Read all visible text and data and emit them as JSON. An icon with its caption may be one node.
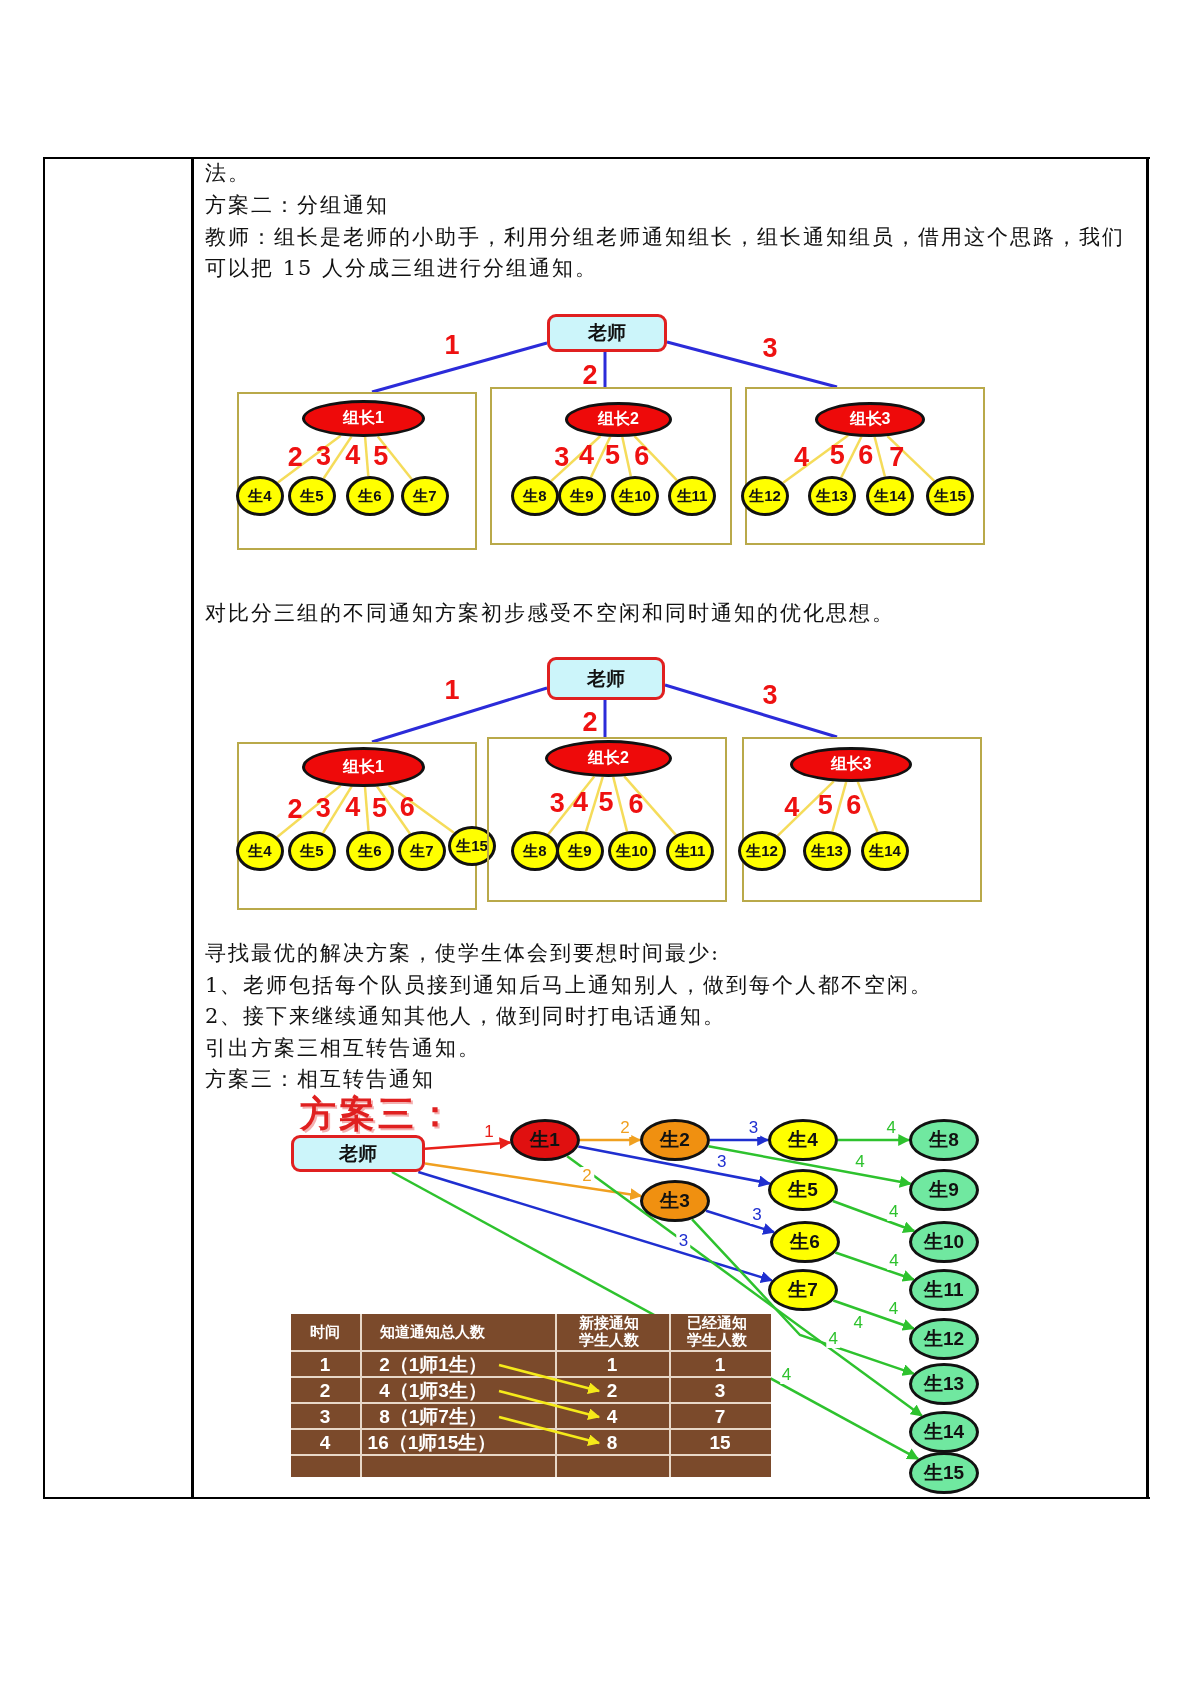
{
  "diagram": {
    "nodes": [
      {
        "text": [
          "老师"
        ]
      },
      {
        "text": [],
        "shape": "box"
      },
      {
        "text": [
          "组长1"
        ],
        "in": 1
      },
      {
        "text": [
          "生4"
        ],
        "in": 1
      },
      {
        "text": [
          "生5"
        ],
        "in": 1
      },
      {
        "text": [
          "生6"
        ],
        "in": 1
      },
      {
        "text": [
          "生7"
        ],
        "in": 1
      },
      {
        "text": [],
        "shape": "box"
      },
      {
        "text": [
          "组长2"
        ],
        "in": 7
      },
      {
        "text": [
          "生8"
        ],
        "in": 7
      },
      {
        "text": [
          "生9"
        ],
        "in": 7
      },
      {
        "text": [
          "生10"
        ],
        "in": 7
      },
      {
        "text": [
          "生11"
        ],
        "in": 7
      },
      {
        "text": [],
        "shape": "box"
      },
      {
        "text": [
          "组长3"
        ],
        "in": 13
      },
      {
        "text": [
          "生12"
        ],
        "in": 13
      },
      {
        "text": [
          "生13"
        ],
        "in": 13
      },
      {
        "text": [
          "生14"
        ],
        "in": 13
      },
      {
        "text": [
          "生15"
        ],
        "in": 13
      },
      {
        "text": [
          "老师"
        ]
      },
      {
        "text": [],
        "shape": "box"
      },
      {
        "text": [
          "组长1"
        ],
        "in": 20
      },
      {
        "text": [
          "生4"
        ],
        "in": 20
      },
      {
        "text": [
          "生5"
        ],
        "in": 20
      },
      {
        "text": [
          "生6"
        ],
        "in": 20
      },
      {
        "text": [
          "生7"
        ],
        "in": 20
      },
      {
        "text": [
          "生15"
        ]
      },
      {
        "text": [],
        "shape": "box"
      },
      {
        "text": [
          "组长2"
        ],
        "in": 27
      },
      {
        "text": [
          "生8"
        ],
        "in": 27
      },
      {
        "text": [
          "生9"
        ],
        "in": 27
      },
      {
        "text": [
          "生10"
        ],
        "in": 27
      },
      {
        "text": [
          "生11"
        ],
        "in": 27
      },
      {
        "text": [],
        "shape": "box"
      },
      {
        "text": [
          "组长3"
        ],
        "in": 33
      },
      {
        "text": [
          "生12"
        ],
        "in": 33
      },
      {
        "text": [
          "生13"
        ],
        "in": 33
      },
      {
        "text": [
          "生14"
        ],
        "in": 33
      },
      {
        "text": [
          "老师"
        ]
      },
      {
        "text": [
          "生1"
        ]
      },
      {
        "text": [
          "生2"
        ]
      },
      {
        "text": [
          "生3"
        ]
      },
      {
        "text": [
          "生4"
        ]
      },
      {
        "text": [
          "生5"
        ]
      },
      {
        "text": [
          "生6"
        ]
      },
      {
        "text": [
          "生7"
        ]
      },
      {
        "text": [
          "生8"
        ]
      },
      {
        "text": [
          "生9"
        ]
      },
      {
        "text": [
          "生10"
        ]
      },
      {
        "text": [
          "生11"
        ]
      },
      {
        "text": [
          "生12"
        ]
      },
      {
        "text": [
          "生13"
        ]
      },
      {
        "text": [
          "生14"
        ]
      },
      {
        "text": [
          "生15"
        ]
      },
      {
        "text": [
          "2（1师1生）"
        ]
      },
      {
        "text": [
          "4（1师3生）"
        ]
      },
      {
        "text": [
          "2"
        ]
      },
      {
        "text": [
          "8（1师7生）"
        ]
      },
      {
        "text": [
          "4"
        ]
      },
      {
        "text": [
          "8"
        ]
      }
    ],
    "edges": [
      {
        "from": 0,
        "to": 1,
        "arrow": "none",
        "label": "1",
        "color": "#2b2bd9"
      },
      {
        "from": 0,
        "to": 7,
        "arrow": "none",
        "label": "2",
        "color": "#2b2bd9"
      },
      {
        "from": 0,
        "to": 13,
        "arrow": "none",
        "label": "3",
        "color": "#2b2bd9"
      },
      {
        "from": 2,
        "to": 3,
        "arrow": "none",
        "label": "2",
        "color": "#f5dc5a"
      },
      {
        "from": 2,
        "to": 4,
        "arrow": "none",
        "label": "3",
        "color": "#f5dc5a"
      },
      {
        "from": 2,
        "to": 5,
        "arrow": "none",
        "label": "4",
        "color": "#f5dc5a"
      },
      {
        "from": 2,
        "to": 6,
        "arrow": "none",
        "label": "5",
        "color": "#f5dc5a"
      },
      {
        "from": 8,
        "to": 9,
        "arrow": "none",
        "label": "3",
        "color": "#f5dc5a"
      },
      {
        "from": 8,
        "to": 10,
        "arrow": "none",
        "label": "4",
        "color": "#f5dc5a"
      },
      {
        "from": 8,
        "to": 11,
        "arrow": "none",
        "label": "5",
        "color": "#f5dc5a"
      },
      {
        "from": 8,
        "to": 12,
        "arrow": "none",
        "label": "6",
        "color": "#f5dc5a"
      },
      {
        "from": 14,
        "to": 15,
        "arrow": "none",
        "label": "4",
        "color": "#f5dc5a"
      },
      {
        "from": 14,
        "to": 16,
        "arrow": "none",
        "label": "5",
        "color": "#f5dc5a"
      },
      {
        "from": 14,
        "to": 17,
        "arrow": "none",
        "label": "6",
        "color": "#f5dc5a"
      },
      {
        "from": 14,
        "to": 18,
        "arrow": "none",
        "label": "7",
        "color": "#f5dc5a"
      },
      {
        "from": 19,
        "to": 20,
        "arrow": "none",
        "label": "1",
        "color": "#2b2bd9"
      },
      {
        "from": 19,
        "to": 27,
        "arrow": "none",
        "label": "2",
        "color": "#2b2bd9"
      },
      {
        "from": 19,
        "to": 33,
        "arrow": "none",
        "label": "3",
        "color": "#2b2bd9"
      },
      {
        "from": 21,
        "to": 22,
        "arrow": "none",
        "label": "2",
        "color": "#f5dc5a"
      },
      {
        "from": 21,
        "to": 23,
        "arrow": "none",
        "label": "3",
        "color": "#f5dc5a"
      },
      {
        "from": 21,
        "to": 24,
        "arrow": "none",
        "label": "4",
        "color": "#f5dc5a"
      },
      {
        "from": 21,
        "to": 25,
        "arrow": "none",
        "label": "5",
        "color": "#f5dc5a"
      },
      {
        "from": 21,
        "to": 26,
        "arrow": "none",
        "label": "6",
        "color": "#f5dc5a"
      },
      {
        "from": 28,
        "to": 29,
        "arrow": "none",
        "label": "3",
        "color": "#f5dc5a"
      },
      {
        "from": 28,
        "to": 30,
        "arrow": "none",
        "label": "4",
        "color": "#f5dc5a"
      },
      {
        "from": 28,
        "to": 31,
        "arrow": "none",
        "label": "5",
        "color": "#f5dc5a"
      },
      {
        "from": 28,
        "to": 32,
        "arrow": "none",
        "label": "6",
        "color": "#f5dc5a"
      },
      {
        "from": 34,
        "to": 35,
        "arrow": "none",
        "label": "4",
        "color": "#f5dc5a"
      },
      {
        "from": 34,
        "to": 36,
        "arrow": "none",
        "label": "5",
        "color": "#f5dc5a"
      },
      {
        "from": 34,
        "to": 37,
        "arrow": "none",
        "label": "6",
        "color": "#f5dc5a"
      },
      {
        "from": 38,
        "to": 39,
        "arrow": "to",
        "label": "1",
        "color": "#e8201a"
      },
      {
        "from": 39,
        "to": 40,
        "arrow": "to",
        "label": "2",
        "color": "#f0a020"
      },
      {
        "from": 38,
        "to": 41,
        "arrow": "to",
        "label": "2",
        "color": "#f0a020"
      },
      {
        "from": 40,
        "to": 42,
        "arrow": "to",
        "label": "3",
        "color": "#1f2fd0"
      },
      {
        "from": 39,
        "to": 43,
        "arrow": "to",
        "label": "3",
        "color": "#1f2fd0"
      },
      {
        "from": 41,
        "to": 44,
        "arrow": "to",
        "label": "3",
        "color": "#1f2fd0"
      },
      {
        "from": 38,
        "to": 45,
        "arrow": "to",
        "label": "3",
        "color": "#1f2fd0"
      },
      {
        "from": 42,
        "to": 46,
        "arrow": "to",
        "label": "4",
        "color": "#2ec22e"
      },
      {
        "from": 40,
        "to": 47,
        "arrow": "to",
        "label": "4",
        "color": "#2ec22e"
      },
      {
        "from": 43,
        "to": 48,
        "arrow": "to",
        "label": "4",
        "color": "#2ec22e"
      },
      {
        "from": 44,
        "to": 49,
        "arrow": "to",
        "label": "4",
        "color": "#2ec22e"
      },
      {
        "from": 45,
        "to": 50,
        "arrow": "to",
        "label": "4",
        "color": "#2ec22e"
      },
      {
        "from": 41,
        "to": 51,
        "arrow": "to",
        "label": "4",
        "color": "#2ec22e"
      },
      {
        "from": 39,
        "to": 52,
        "arrow": "to",
        "label": "4",
        "color": "#2ec22e"
      },
      {
        "from": 38,
        "to": 53,
        "arrow": "to",
        "label": "4",
        "color": "#2ec22e"
      },
      {
        "from": 54,
        "to": 56,
        "arrow": "to",
        "color": "#f5ea1a"
      },
      {
        "from": 55,
        "to": 58,
        "arrow": "to",
        "color": "#f5ea1a"
      },
      {
        "from": 57,
        "to": 59,
        "arrow": "to",
        "color": "#f5ea1a"
      }
    ],
    "labels": [
      "法。",
      "方案二：分组通知",
      "教师：组长是老师的小助手，利用分组老师通知组长，组长通知组员，借用这个思路，我们可以把 15 人分成三组进行分组通知。",
      "对比分三组的不同通知方案初步感受不空闲和同时通知的优化思想。",
      "寻找最优的解决方案，使学生体会到要想时间最少:",
      "1、老师包括每个队员接到通知后马上通知别人，做到每个人都不空闲。",
      "2、接下来继续通知其他人，做到同时打电话通知。",
      "引出方案三相互转告通知。",
      "方案三：相互转告通知",
      "方案三：",
      "时间",
      "知道通知总人数",
      "新接通知学生人数",
      "已经通知学生人数",
      "1",
      "1",
      "1",
      "2",
      "3",
      "3",
      "7",
      "4",
      "16（1师15生）",
      "15"
    ]
  }
}
